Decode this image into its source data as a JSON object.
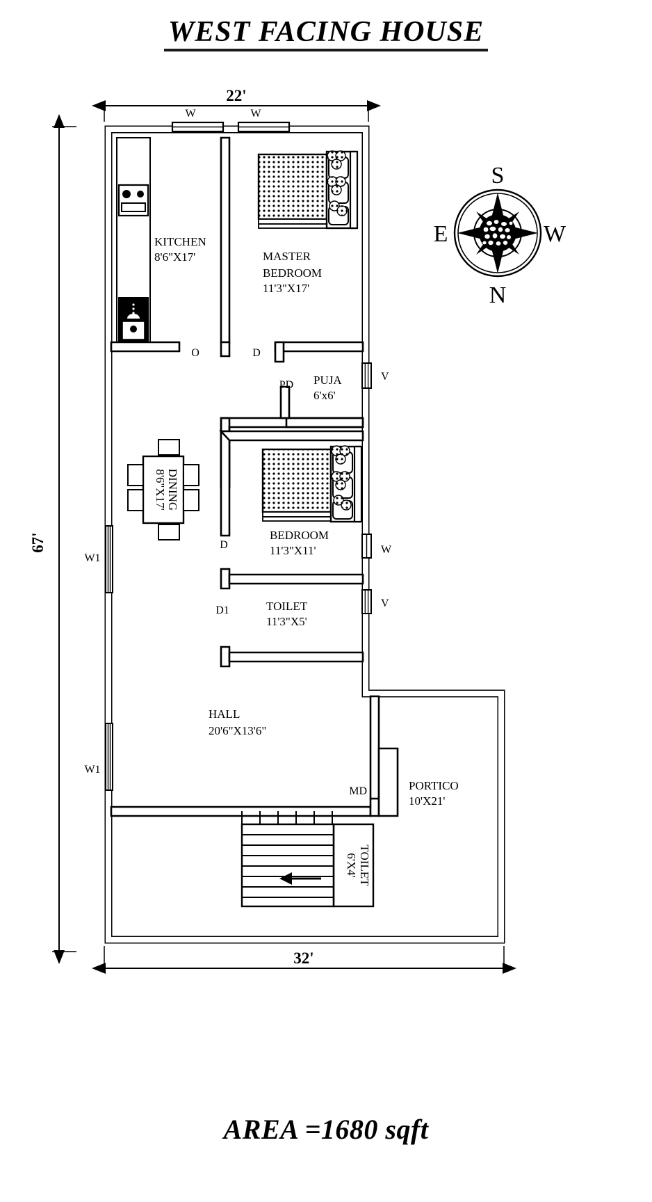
{
  "title": "WEST FACING HOUSE",
  "footer": "AREA =1680 sqft",
  "dimensions": {
    "top_width": "22'",
    "bottom_width": "32'",
    "left_height": "67'"
  },
  "compass": {
    "top": "S",
    "left": "E",
    "right": "W",
    "bottom": "N"
  },
  "rooms": [
    {
      "name": "KITCHEN",
      "dim": "8'6\"X17'"
    },
    {
      "name": "MASTER BEDROOM",
      "dim": "11'3\"X17'"
    },
    {
      "name": "PUJA",
      "dim": "6'x6'"
    },
    {
      "name": "DINING",
      "dim": "8'6\"X17'"
    },
    {
      "name": "BEDROOM",
      "dim": "11'3\"X11'"
    },
    {
      "name": "TOILET",
      "dim": "11'3\"X5'"
    },
    {
      "name": "HALL",
      "dim": "20'6\"X13'6\""
    },
    {
      "name": "PORTICO",
      "dim": "10'X21'"
    },
    {
      "name": "TOILET",
      "dim": "6'X4'"
    }
  ],
  "room_labels": {
    "kitchen_name": "KITCHEN",
    "kitchen_dim": "8'6\"X17'",
    "master_bedroom_name_1": "MASTER",
    "master_bedroom_name_2": "BEDROOM",
    "master_bedroom_dim": "11'3\"X17'",
    "puja_name": "PUJA",
    "puja_dim": "6'x6'",
    "dining_name": "DINING",
    "dining_dim": "8'6\"X17'",
    "bedroom_name": "BEDROOM",
    "bedroom_dim": "11'3\"X11'",
    "toilet_name": "TOILET",
    "toilet_dim": "11'3\"X5'",
    "hall_name": "HALL",
    "hall_dim": "20'6\"X13'6\"",
    "portico_name": "PORTICO",
    "portico_dim": "10'X21'",
    "toilet2_name": "TOILET",
    "toilet2_dim": "6'X4'"
  },
  "openings": {
    "window_top_left": "W",
    "window_top_right": "W",
    "door_open_kitchen": "O",
    "door_master": "D",
    "puja_door": "PD",
    "vent_puja": "V",
    "window_hall_upper": "W1",
    "window_hall_lower": "W1",
    "door_bedroom": "D",
    "window_bedroom": "W",
    "door_toilet": "D1",
    "vent_toilet": "V",
    "main_door": "MD"
  },
  "colors": {
    "line": "#000000",
    "background": "#ffffff",
    "fill": "#ffffff"
  }
}
